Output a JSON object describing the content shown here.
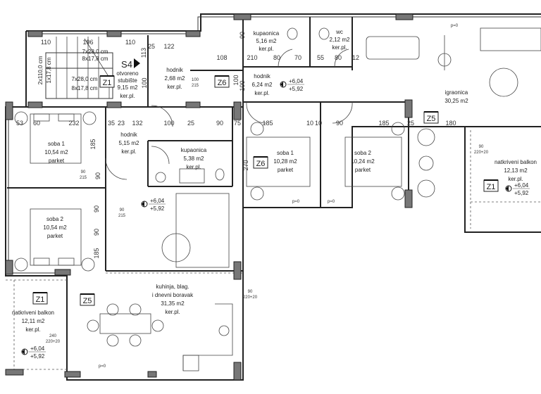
{
  "rooms": {
    "stair": {
      "tag": "S4",
      "name": "otvoreno",
      "name2": "stubište",
      "area": "9,15 m2",
      "floor": "ker.pl."
    },
    "stair_flight_1": {
      "line1": "7x28,0 cm",
      "line2": "8x17,8 cm"
    },
    "stair_flight_2": {
      "line1": "7x28,0 cm",
      "line2": "8x17,8 cm"
    },
    "stair_landing": {
      "line1": "2x110,0 cm",
      "line2": "1x17,8 cm"
    },
    "hodnik_top": {
      "name": "hodnik",
      "area": "2,68 m2",
      "floor": "ker.pl."
    },
    "kupaonica_top": {
      "name": "kupaonica",
      "area": "5,16 m2",
      "floor": "ker.pl."
    },
    "wc": {
      "name": "wc",
      "area": "2,12 m2",
      "floor": "ker.pl."
    },
    "hodnik_right": {
      "name": "hodnik",
      "area": "6,24 m2",
      "floor": "ker.pl."
    },
    "igraonica": {
      "name": "igraonica",
      "area": "30,25 m2"
    },
    "soba1_left": {
      "name": "soba 1",
      "area": "10,54 m2",
      "floor": "parket"
    },
    "hodnik_mid": {
      "name": "hodnik",
      "area": "5,15 m2",
      "floor": "ker.pl."
    },
    "kupaonica_mid": {
      "name": "kupaonica",
      "area": "5,38 m2",
      "floor": "ker.pl."
    },
    "soba1_right": {
      "name": "soba 1",
      "area": "10,28 m2",
      "floor": "parket"
    },
    "soba2_right": {
      "name": "soba 2",
      "area": "10,24 m2",
      "floor": "parket"
    },
    "balkon_right": {
      "name": "natkriveni balkon",
      "area": "12,13 m2",
      "floor": "ker.pl."
    },
    "soba2_left": {
      "name": "soba 2",
      "area": "10,54 m2",
      "floor": "parket"
    },
    "balkon_left": {
      "name": "natkriveni balkon",
      "area": "12,11 m2",
      "floor": "ker.pl."
    },
    "kuhinja": {
      "name": "kuhinja, blag.",
      "name2": "i dnevni boravak",
      "area": "31,35 m2",
      "floor": "ker.pl."
    }
  },
  "tags": [
    "Z1",
    "Z6",
    "Z6",
    "Z5",
    "Z1",
    "Z1",
    "Z5"
  ],
  "elevation": {
    "upper": "+6,04",
    "lower": "+5,92"
  },
  "door_labels": {
    "d90": "90",
    "d100": "100",
    "h215": "215",
    "w90": "90",
    "w240": "240",
    "h220": "220+20",
    "p0": "p=0"
  },
  "dimensions": [
    "110",
    "196",
    "110",
    "25",
    "122",
    "113",
    "100",
    "100",
    "53",
    "60",
    "232",
    "35",
    "23",
    "132",
    "100",
    "25",
    "90",
    "75",
    "185",
    "90",
    "10",
    "10",
    "90",
    "185",
    "25",
    "180",
    "185",
    "90",
    "90",
    "185",
    "80",
    "70",
    "55",
    "80",
    "12",
    "90",
    "100",
    "270",
    "108",
    "210"
  ]
}
